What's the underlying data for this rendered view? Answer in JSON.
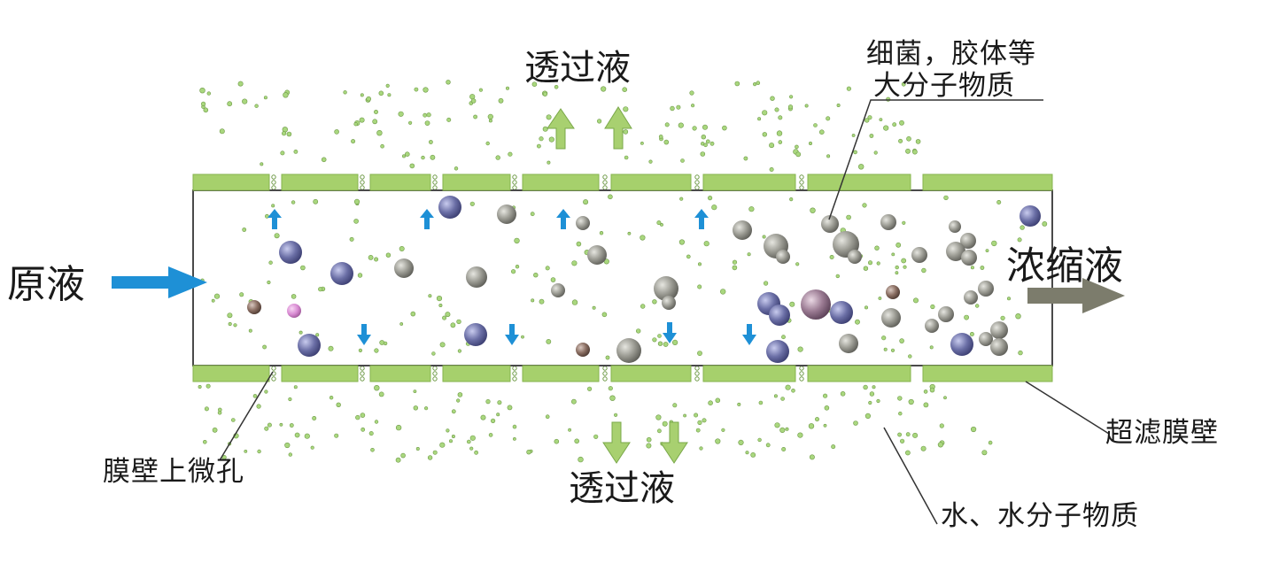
{
  "labels": {
    "feed": "原液",
    "permeate_top": "透过液",
    "permeate_bottom": "透过液",
    "concentrate": "浓缩液",
    "macro_line1": "细菌，胶体等",
    "macro_line2": "大分子物质",
    "pores": "膜壁上微孔",
    "membrane_wall": "超滤膜壁",
    "water": "水、水分子物质"
  },
  "colors": {
    "membrane": "#a6d06c",
    "membrane_stroke": "#86b34e",
    "blue_arrow": "#1e90d6",
    "permeate_arrow": "#a8d070",
    "concentrate_arrow": "#7c7c6c",
    "grey_particle": "#8a8a82",
    "blue_particle": "#6b6fa6",
    "brown_particle": "#8a6e62",
    "pink_particle": "#d88ad2",
    "mauve_particle": "#9a7a92",
    "water_dot": "#a9d77e"
  },
  "icons": {
    "feed_arrow": "arrow-right-icon",
    "concentrate_arrow": "arrow-right-icon",
    "permeate_arrow": "arrow-up-icon"
  }
}
